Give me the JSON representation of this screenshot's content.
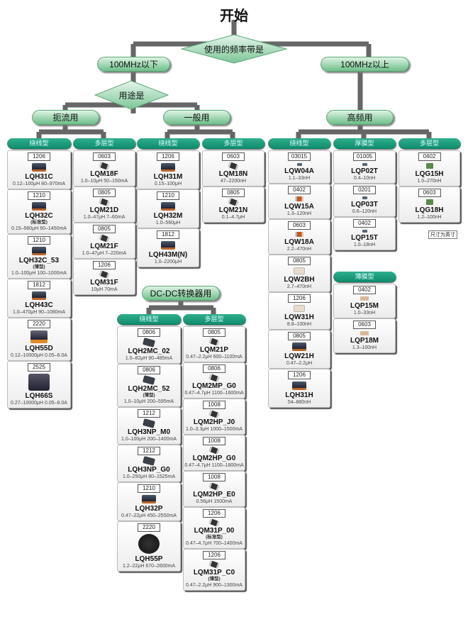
{
  "title": "开始",
  "q_frequency": "使用的频率带是",
  "q_usage": "用途是",
  "branches": {
    "low": "100MHz以下",
    "high": "100MHz以上",
    "choke": "扼流用",
    "general": "一般用",
    "hf": "高频用",
    "dcdc": "DC-DC转换器用"
  },
  "note": "尺寸为英寸",
  "columns": [
    {
      "header": "绕线型",
      "items": [
        {
          "size": "1206",
          "name": "LQH31C",
          "spec": "0.12–100μH 80–970mA",
          "icon": "coil-icon"
        },
        {
          "size": "1210",
          "name": "LQH32C",
          "sub": "(标准型)",
          "spec": "0.15–560μH 60–1450mA",
          "icon": "coil-icon"
        },
        {
          "size": "1210",
          "name": "LQH32C_53",
          "sub": "(薄型)",
          "spec": "1.0–100μH 100–1000mA",
          "icon": "coil-icon"
        },
        {
          "size": "1812",
          "name": "LQH43C",
          "spec": "1.0–470μH 90–1080mA",
          "icon": "coil-icon"
        },
        {
          "size": "2220",
          "name": "LQH55D",
          "spec": "0.12–10000μH 0.05–6.0A",
          "icon": "large-coil-icon"
        },
        {
          "size": "2525",
          "name": "LQH66S",
          "spec": "0.27–10000μH 0.05–6.0A",
          "icon": "shielded-coil-icon"
        }
      ]
    },
    {
      "header": "多层型",
      "items": [
        {
          "size": "0603",
          "name": "LQM18F",
          "spec": "1.0–10μH 50–150mA",
          "icon": "chip-icon"
        },
        {
          "size": "0805",
          "name": "LQM21D",
          "spec": "1.0–47μH 7–60mA",
          "icon": "chip-icon"
        },
        {
          "size": "0805",
          "name": "LQM21F",
          "spec": "1.0–47μH 7–220mA",
          "icon": "chip-icon"
        },
        {
          "size": "1206",
          "name": "LQM31F",
          "spec": "10μH 70mA",
          "icon": "chip-icon"
        }
      ]
    },
    {
      "header": "绕线型",
      "items": [
        {
          "size": "1206",
          "name": "LQH31M",
          "spec": "0.15–100μH",
          "icon": "coil-icon"
        },
        {
          "size": "1210",
          "name": "LQH32M",
          "spec": "1.0–560μH",
          "icon": "coil-icon"
        },
        {
          "size": "1812",
          "name": "LQH43M(N)",
          "spec": "1.0–2200μH",
          "icon": "coil-icon"
        }
      ]
    },
    {
      "header": "多层型",
      "items": [
        {
          "size": "0603",
          "name": "LQM18N",
          "spec": "47–2200nH",
          "icon": "chip-icon"
        },
        {
          "size": "0805",
          "name": "LQM21N",
          "spec": "0.1–4.7μH",
          "icon": "chip-icon"
        }
      ]
    },
    {
      "header": "绕线型",
      "items": [
        {
          "size": "03015",
          "name": "LQW04A",
          "spec": "1.1–33nH",
          "icon": "tiny-chip-icon"
        },
        {
          "size": "0402",
          "name": "LQW15A",
          "spec": "1.3–120nH",
          "icon": "wound-chip-icon"
        },
        {
          "size": "0603",
          "name": "LQW18A",
          "spec": "2.2–470nH",
          "icon": "wound-chip-icon"
        },
        {
          "size": "0805",
          "name": "LQW2BH",
          "spec": "2.7–470nH",
          "icon": "ceramic-coil-icon"
        },
        {
          "size": "1206",
          "name": "LQW31H",
          "spec": "8.8–100nH",
          "icon": "ceramic-coil-icon"
        },
        {
          "size": "0805",
          "name": "LQW21H",
          "spec": "0.47–2.2μH",
          "icon": "coil-icon"
        },
        {
          "size": "1206",
          "name": "LQH31H",
          "spec": "54–880nH",
          "icon": "coil-icon"
        }
      ]
    },
    {
      "header": "厚膜型",
      "items": [
        {
          "size": "01005",
          "name": "LQP02T",
          "spec": "0.4–10nH",
          "icon": "tiny-chip-icon"
        },
        {
          "size": "0201",
          "name": "LQP03T",
          "spec": "0.6–120nH",
          "icon": "tiny-chip-icon"
        },
        {
          "size": "0402",
          "name": "LQP15T",
          "spec": "1.0–18nH",
          "icon": "tiny-chip-icon"
        }
      ]
    },
    {
      "header": "薄膜型",
      "items": [
        {
          "size": "0402",
          "name": "LQP15M",
          "spec": "1.0–33nH",
          "icon": "film-chip-icon"
        },
        {
          "size": "0603",
          "name": "LQP18M",
          "spec": "1.3–100nH",
          "icon": "film-chip-icon"
        }
      ]
    },
    {
      "header": "多层型",
      "items": [
        {
          "size": "0402",
          "name": "LQG15H",
          "spec": "1.0–270nH",
          "icon": "green-chip-icon"
        },
        {
          "size": "0603",
          "name": "LQG18H",
          "spec": "1.2–100nH",
          "icon": "green-chip-icon"
        }
      ]
    },
    {
      "header": "绕线型",
      "items": [
        {
          "size": "0806",
          "name": "LQH2MC_02",
          "spec": "1.0–82μH 90–485mA",
          "icon": "flat-coil-icon"
        },
        {
          "size": "0806",
          "name": "LQH2MC_52",
          "sub": "(薄型)",
          "spec": "1.0–10μH 200–595mA",
          "icon": "flat-coil-icon"
        },
        {
          "size": "1212",
          "name": "LQH3NP_M0",
          "spec": "1.0–100μH 200–1400mA",
          "icon": "flat-coil-icon"
        },
        {
          "size": "1212",
          "name": "LQH3NP_G0",
          "spec": "1.0–250μH 80–1525mA",
          "icon": "flat-coil-icon"
        },
        {
          "size": "1210",
          "name": "LQH32P",
          "spec": "0.47–22μH 450–2550mA",
          "icon": "coil-icon"
        },
        {
          "size": "2220",
          "name": "LQH55P",
          "spec": "1.2–22μH 670–2600mA",
          "icon": "round-coil-icon"
        }
      ]
    },
    {
      "header": "多层型",
      "items": [
        {
          "size": "0805",
          "name": "LQM21P",
          "spec": "0.47–2.2μH 600–1100mA",
          "icon": "chip-icon"
        },
        {
          "size": "0806",
          "name": "LQM2MP_G0",
          "spec": "0.47–4.7μH 1100–1600mA",
          "icon": "chip-icon"
        },
        {
          "size": "1008",
          "name": "LQM2HP_J0",
          "spec": "1.0–3.3μH 1000–1500mA",
          "icon": "chip-icon"
        },
        {
          "size": "1008",
          "name": "LQM2HP_G0",
          "spec": "0.47–4.7μH 1100–1800mA",
          "icon": "chip-icon"
        },
        {
          "size": "1008",
          "name": "LQM2HP_E0",
          "spec": "0.56μH 1500mA",
          "icon": "chip-icon"
        },
        {
          "size": "1206",
          "name": "LQM31P_00",
          "sub": "(标准型)",
          "spec": "0.47–4.7μH 700–1400mA",
          "icon": "chip-icon"
        },
        {
          "size": "1206",
          "name": "LQM31P_C0",
          "sub": "(薄型)",
          "spec": "0.47–2.2μH 900–1300mA",
          "icon": "chip-icon"
        }
      ]
    }
  ]
}
